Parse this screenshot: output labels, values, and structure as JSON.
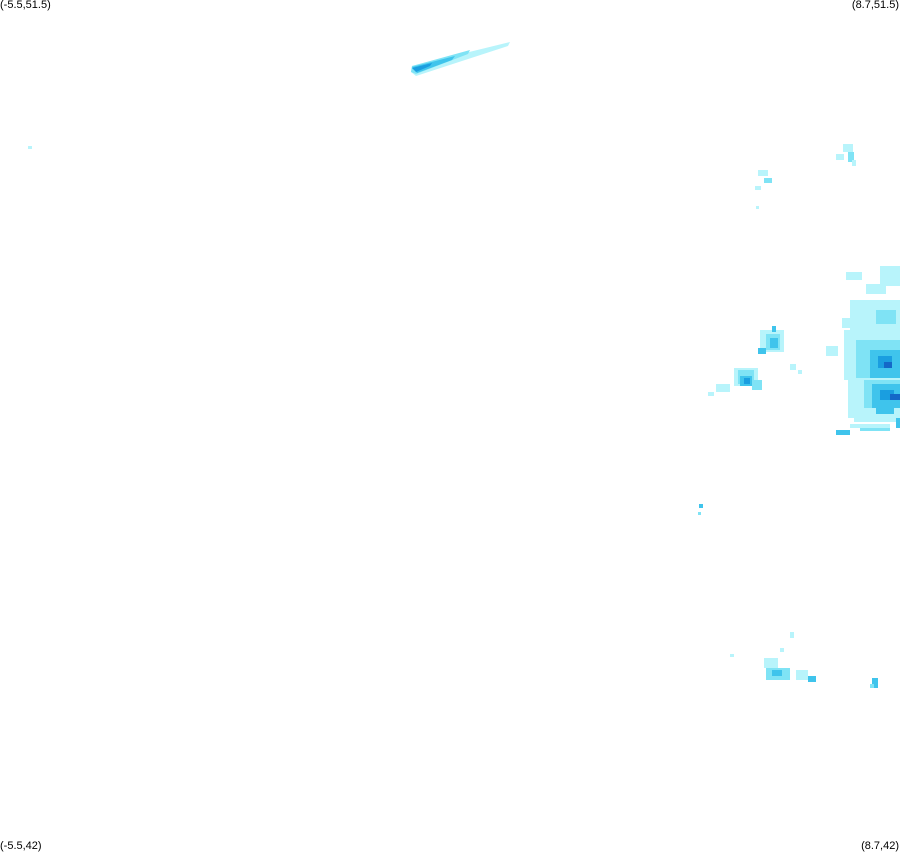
{
  "map": {
    "corners": {
      "top_left": "(-5.5,51.5)",
      "top_right": "(8.7,51.5)",
      "bottom_left": "(-5.5,42)",
      "bottom_right": "(8.7,42)"
    },
    "extent": {
      "lon_min": -5.5,
      "lon_max": 8.7,
      "lat_min": 42,
      "lat_max": 51.5
    },
    "background_color": "#ffffff",
    "palette": {
      "very_light": "#b8f4fb",
      "light": "#7fe3f5",
      "medium": "#3fc4ec",
      "strong": "#1a9ee0",
      "heavy": "#1468c8"
    }
  }
}
